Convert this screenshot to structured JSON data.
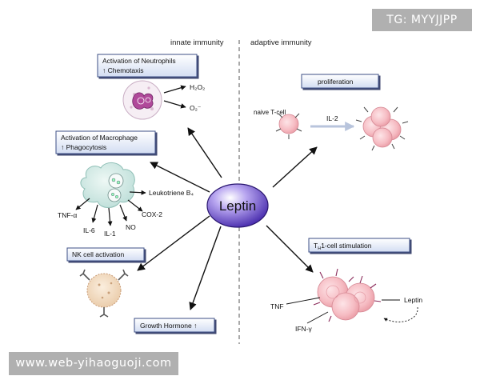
{
  "sections": {
    "innate": "innate immunity",
    "adaptive": "adaptive immunity"
  },
  "center": {
    "label": "Leptin"
  },
  "neutrophils": {
    "title": "Activation of Neutrophils",
    "subtitle": "↑ Chemotaxis",
    "products": [
      "H₂O₂",
      "O₂⁻"
    ]
  },
  "macrophage": {
    "title": "Activation of Macrophage",
    "subtitle": "↑ Phagocytosis",
    "products": [
      "Leukotriene B₄",
      "TNF-α",
      "IL-6",
      "IL-1",
      "NO",
      "COX-2"
    ]
  },
  "nk": {
    "title": "NK cell activation"
  },
  "growth": {
    "title": "Growth Hormone ↑"
  },
  "proliferation": {
    "title": "proliferation",
    "cell_label": "naive T-cell",
    "signal": "IL-2"
  },
  "th1": {
    "title": "TH1-cell stimulation",
    "products": [
      "TNF",
      "IFN-γ"
    ],
    "feedback": "Leptin"
  },
  "watermarks": {
    "top": "TG: MYYJJPP",
    "bottom": "www.web-yihaoguoji.com"
  },
  "colors": {
    "box_fill": "#dfe6f6",
    "box_border": "#3d4f86",
    "leptin_fill": "#5a3fc0",
    "cell_pink": "#f4b8bf",
    "arrow": "#111111",
    "il2_arrow": "#b8c4dc"
  }
}
